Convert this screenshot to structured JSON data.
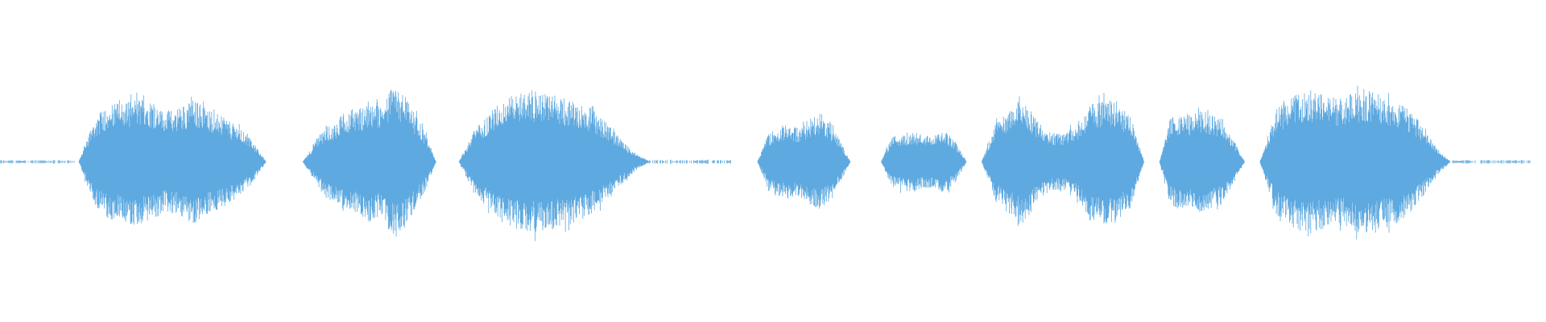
{
  "waveform": {
    "color": "#5ea9e0",
    "background": "#ffffff",
    "segments": [
      {
        "name": "silence-lead",
        "start": 0.0,
        "end": 0.049,
        "amp": 0.006
      },
      {
        "name": "burst-1",
        "start": 0.051,
        "end": 0.172,
        "amp": 0.46,
        "envelope": [
          0.0,
          0.55,
          0.78,
          0.8,
          0.86,
          0.82,
          0.66,
          0.74,
          0.84,
          0.72,
          0.6,
          0.48,
          0.3,
          0.0
        ]
      },
      {
        "name": "burst-2",
        "start": 0.196,
        "end": 0.282,
        "amp": 0.46,
        "envelope": [
          0.0,
          0.25,
          0.48,
          0.55,
          0.7,
          0.72,
          0.8,
          0.74,
          0.98,
          0.94,
          0.68,
          0.4,
          0.0
        ]
      },
      {
        "name": "burst-3",
        "start": 0.297,
        "end": 0.42,
        "amp": 0.46,
        "envelope": [
          0.0,
          0.42,
          0.64,
          0.84,
          0.92,
          0.96,
          0.92,
          0.88,
          0.82,
          0.72,
          0.54,
          0.32,
          0.12,
          0.0
        ]
      },
      {
        "name": "silence-mid-1",
        "start": 0.42,
        "end": 0.473,
        "amp": 0.008
      },
      {
        "name": "burst-4",
        "start": 0.49,
        "end": 0.55,
        "amp": 0.44,
        "envelope": [
          0.0,
          0.38,
          0.5,
          0.52,
          0.48,
          0.6,
          0.7,
          0.56,
          0.3,
          0.0
        ]
      },
      {
        "name": "burst-5",
        "start": 0.57,
        "end": 0.625,
        "amp": 0.42,
        "envelope": [
          0.0,
          0.36,
          0.42,
          0.44,
          0.4,
          0.38,
          0.46,
          0.3,
          0.0
        ]
      },
      {
        "name": "burst-6",
        "start": 0.635,
        "end": 0.74,
        "amp": 0.46,
        "envelope": [
          0.0,
          0.52,
          0.7,
          0.86,
          0.58,
          0.4,
          0.38,
          0.5,
          0.78,
          0.84,
          0.82,
          0.62,
          0.0
        ]
      },
      {
        "name": "burst-7",
        "start": 0.75,
        "end": 0.805,
        "amp": 0.44,
        "envelope": [
          0.0,
          0.6,
          0.7,
          0.66,
          0.72,
          0.64,
          0.6,
          0.3,
          0.0
        ]
      },
      {
        "name": "burst-8",
        "start": 0.815,
        "end": 0.938,
        "amp": 0.46,
        "envelope": [
          0.0,
          0.7,
          0.88,
          0.98,
          0.9,
          0.86,
          0.94,
          0.96,
          0.88,
          0.8,
          0.56,
          0.22,
          0.0
        ]
      },
      {
        "name": "silence-tail",
        "start": 0.938,
        "end": 0.99,
        "amp": 0.007
      }
    ]
  }
}
